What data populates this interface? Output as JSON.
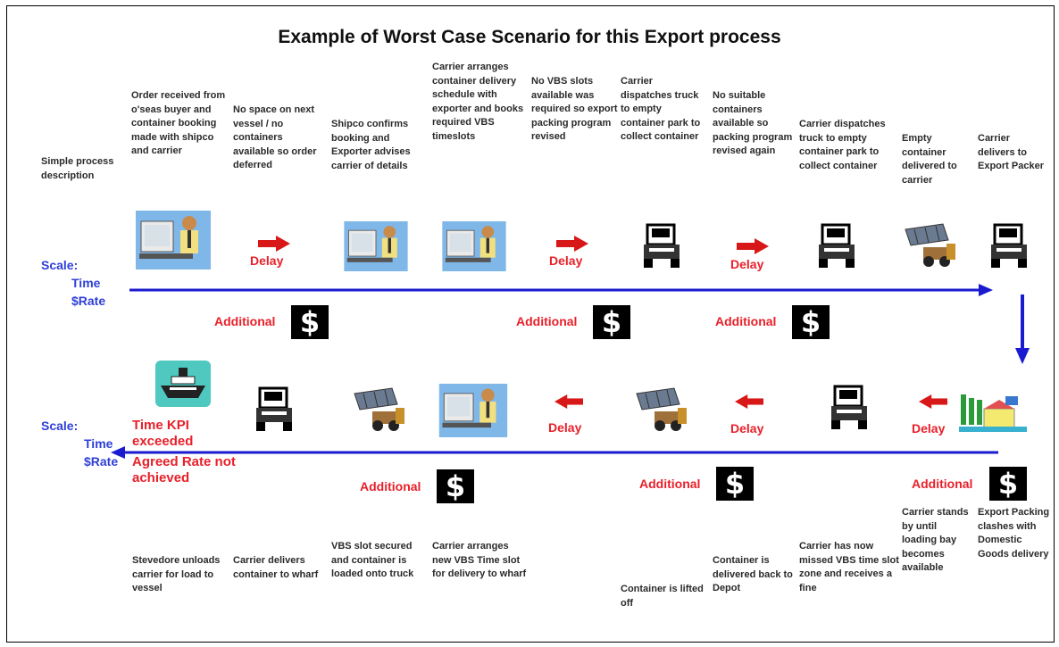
{
  "title": "Example of Worst Case Scenario for this Export process",
  "row_label": "Simple process description",
  "scale": {
    "label": "Scale:",
    "time": "Time",
    "rate": "$Rate"
  },
  "delay_label": "Delay",
  "additional_label": "Additional",
  "kpi": {
    "time": "Time KPI exceeded",
    "rate": "Agreed Rate not achieved"
  },
  "top_steps": [
    "Order received from o'seas buyer and container booking made with shipco and carrier",
    "No space on next vessel / no containers available so order deferred",
    "Shipco confirms booking and Exporter advises carrier of details",
    "Carrier arranges container delivery schedule with exporter and books required VBS timeslots",
    "No VBS slots available was required so export packing program revised",
    "Carrier dispatches truck to empty container park to collect container",
    "No suitable containers available so packing program revised again",
    "Carrier dispatches truck to empty container park to collect container",
    "Empty container delivered to carrier",
    "Carrier delivers to Export Packer"
  ],
  "bottom_steps": [
    "Stevedore unloads carrier for load to vessel",
    "Carrier delivers container to wharf",
    "VBS slot secured and container is loaded onto truck",
    "Carrier arranges new VBS Time slot for delivery to wharf",
    "Container is lifted off",
    "Container is delivered back to Depot",
    "Carrier has now missed VBS time slot zone and receives a fine",
    "Carrier stands by until loading bay becomes available",
    "Export Packing clashes with Domestic Goods delivery"
  ],
  "icons": {
    "top": [
      "person-at-computer-icon",
      "delay-arrow-icon",
      "person-at-computer-icon",
      "person-at-computer-icon",
      "delay-arrow-icon",
      "truck-icon",
      "delay-arrow-icon",
      "truck-icon",
      "container-loader-icon",
      "truck-icon"
    ],
    "bottom": [
      "ship-icon",
      "truck-icon",
      "container-loader-icon",
      "person-at-computer-icon",
      "delay-arrow-icon",
      "container-loader-icon",
      "delay-arrow-icon",
      "truck-icon",
      "delay-arrow-icon",
      "factory-icon"
    ]
  },
  "colors": {
    "red": "#e8202a",
    "blue": "#2f3fd8",
    "arrow_blue": "#1a1ad0"
  }
}
